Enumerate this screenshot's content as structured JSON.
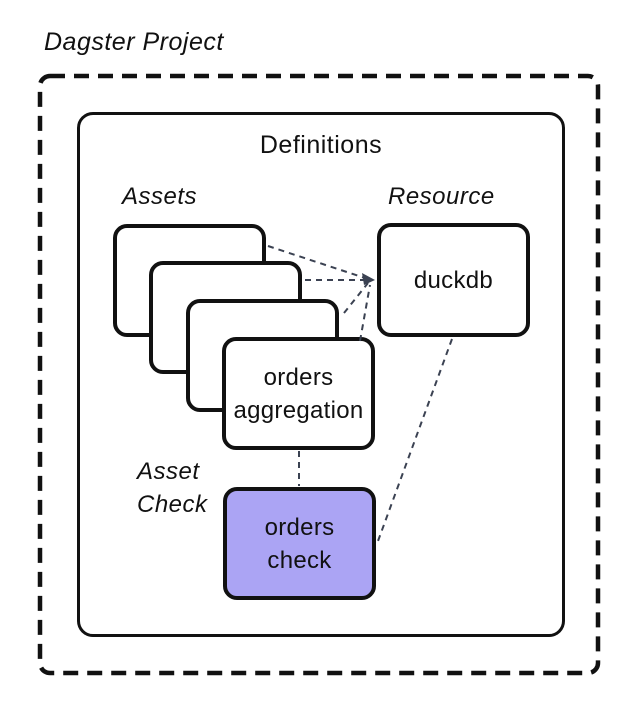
{
  "diagram": {
    "title": "Dagster Project",
    "definitions_label": "Definitions",
    "assets_group_label": "Assets",
    "resource_group_label": "Resource",
    "asset_check_group_label": {
      "line1": "Asset",
      "line2": "Check"
    },
    "nodes": {
      "orders_aggregation": {
        "line1": "orders",
        "line2": "aggregation"
      },
      "duckdb": {
        "label": "duckdb"
      },
      "orders_check": {
        "line1": "orders",
        "line2": "check"
      }
    },
    "edges": [
      {
        "from": "asset-card-1",
        "to": "duckdb",
        "style": "dashed"
      },
      {
        "from": "asset-card-2",
        "to": "duckdb",
        "style": "dashed"
      },
      {
        "from": "asset-card-3",
        "to": "duckdb",
        "style": "dashed"
      },
      {
        "from": "orders_aggregation",
        "to": "duckdb",
        "style": "dashed"
      },
      {
        "from": "orders_aggregation",
        "to": "orders_check",
        "style": "dashed"
      },
      {
        "from": "duckdb",
        "to": "orders_check",
        "style": "dashed"
      }
    ],
    "colors": {
      "background": "#ffffff",
      "border": "#111111",
      "connector": "#3b4252",
      "asset_check_fill": "#aba4f4"
    }
  }
}
